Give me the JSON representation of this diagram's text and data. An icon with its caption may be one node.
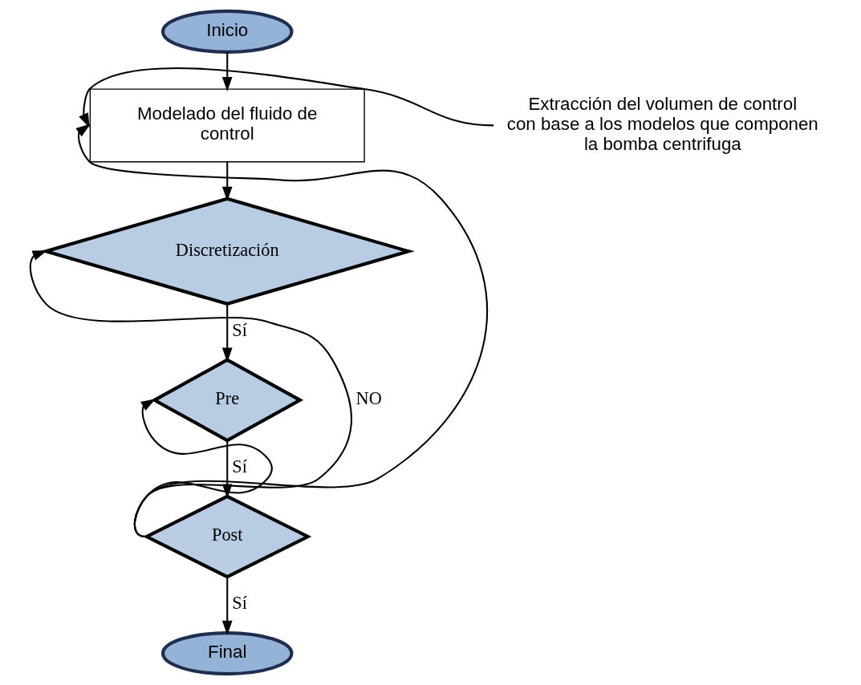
{
  "diagram": {
    "nodes": [
      {
        "text": [
          "Inicio"
        ]
      },
      {
        "text": [
          "Modelado del fluido de control"
        ]
      },
      {
        "text": [
          "Extracción del volumen de control con base a los modelos que componen la bomba centrifuga"
        ]
      },
      {
        "text": [
          "Discretización"
        ]
      },
      {
        "text": [
          "Pre"
        ]
      },
      {
        "text": [
          "Post"
        ]
      },
      {
        "text": [
          "Final"
        ]
      }
    ],
    "edges": [
      {
        "from": 0,
        "to": 1,
        "arrow": "to"
      },
      {
        "from": 2,
        "to": 1,
        "arrow": "to"
      },
      {
        "from": 1,
        "to": 3,
        "arrow": "to"
      },
      {
        "from": 3,
        "to": 4,
        "arrow": "to",
        "label": "Sí"
      },
      {
        "from": 4,
        "to": 5,
        "arrow": "to",
        "label": "Sí"
      },
      {
        "from": 5,
        "to": 6,
        "arrow": "to",
        "label": "Sí"
      },
      {
        "from": 5,
        "to": 1,
        "arrow": "to"
      },
      {
        "from": 5,
        "to": 3,
        "arrow": "to",
        "label": "NO"
      },
      {
        "from": 5,
        "to": 4,
        "arrow": "to"
      }
    ]
  }
}
